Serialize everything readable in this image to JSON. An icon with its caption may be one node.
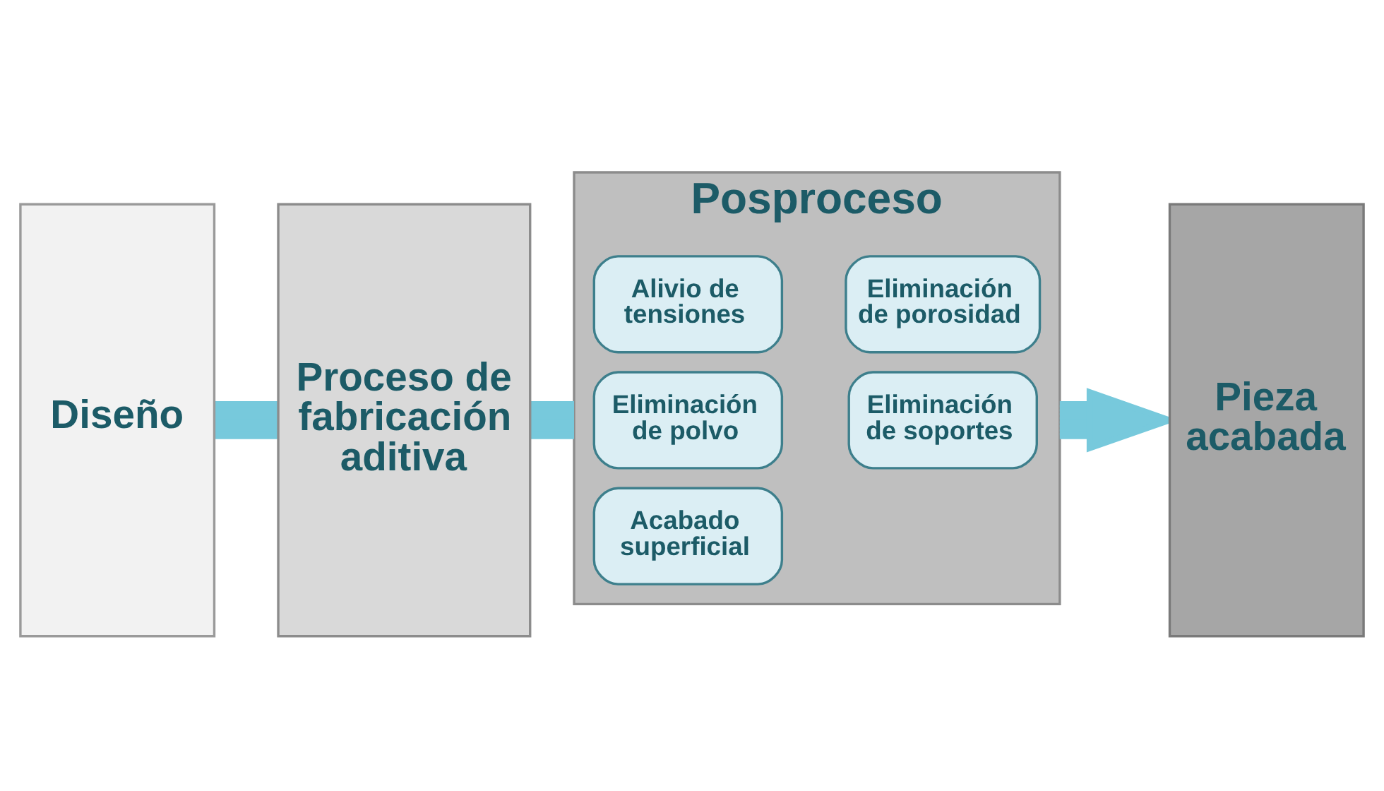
{
  "diagram": {
    "nodes": [
      {
        "text": [
          "Diseño"
        ]
      },
      {
        "text": [
          "Proceso de fabricación aditiva"
        ]
      },
      {
        "text": [
          "Posproceso"
        ]
      },
      {
        "text": [
          "Alivio de tensiones"
        ],
        "in": 2
      },
      {
        "text": [
          "Eliminación de porosidad"
        ],
        "in": 2
      },
      {
        "text": [
          "Eliminación de polvo"
        ],
        "in": 2
      },
      {
        "text": [
          "Eliminación de soportes"
        ],
        "in": 2
      },
      {
        "text": [
          "Acabado superficial"
        ],
        "in": 2
      },
      {
        "text": [
          "Pieza acabada"
        ]
      }
    ],
    "edges": [
      {
        "from": 0,
        "to": 1,
        "arrow": "none"
      },
      {
        "from": 1,
        "to": 2,
        "arrow": "none"
      },
      {
        "from": 2,
        "to": 8,
        "arrow": "to"
      }
    ]
  }
}
